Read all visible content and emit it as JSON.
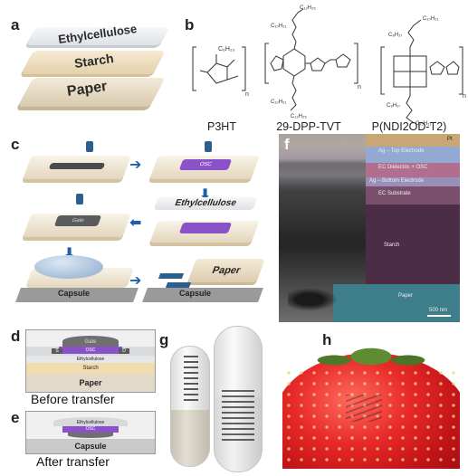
{
  "panels": {
    "a": "a",
    "b": "b",
    "c": "c",
    "d": "d",
    "e": "e",
    "f": "f",
    "g": "g",
    "h": "h"
  },
  "panel_a": {
    "layers": [
      "Ethylcellulose",
      "Starch",
      "Paper"
    ]
  },
  "panel_b": {
    "polymers": [
      "P3HT",
      "29-DPP-TVT",
      "P(NDI2OD-T2)"
    ],
    "substituents": {
      "p3ht_ch": "C₆H₁₃",
      "dpp_top": "C₁₂H₂₅",
      "dpp_top2": "C₁₀H₂₁",
      "dpp_bot": "C₁₀H₂₁",
      "dpp_bot2": "C₁₂H₂₅",
      "ndi_top": "C₁₀H₂₁",
      "ndi_top2": "C₈H₁₇",
      "ndi_bot": "C₈H₁₇",
      "ndi_bot2": "C₁₀H₂₁",
      "n": "n"
    }
  },
  "panel_c": {
    "labels": [
      "OSC",
      "Ethylcellulose",
      "Paper",
      "Capsule",
      "Capsule",
      "Gate"
    ]
  },
  "panel_d": {
    "layers": [
      "Gate",
      "OSC",
      "Ethylcellulose",
      "Starch",
      "Paper"
    ],
    "sd": [
      "S",
      "D"
    ],
    "caption": "Before transfer"
  },
  "panel_e": {
    "layers": [
      "Ethylcellulose",
      "OSC",
      "Capsule"
    ],
    "caption": "After transfer"
  },
  "panel_f": {
    "labels": [
      "Pt",
      "Ag – Top Electrode",
      "EC Dielectric + OSC",
      "Ag – Bottom Electrode",
      "EC Substrate",
      "Starch",
      "Paper"
    ],
    "scalebar": "500 nm"
  },
  "colors": {
    "ethylcellulose": "#e9ebee",
    "starch": "#eedfc2",
    "paper": "#e3d6c0",
    "osc": "#8a52c8",
    "gate": "#6f6f6f",
    "arrow": "#1f5fa8"
  }
}
